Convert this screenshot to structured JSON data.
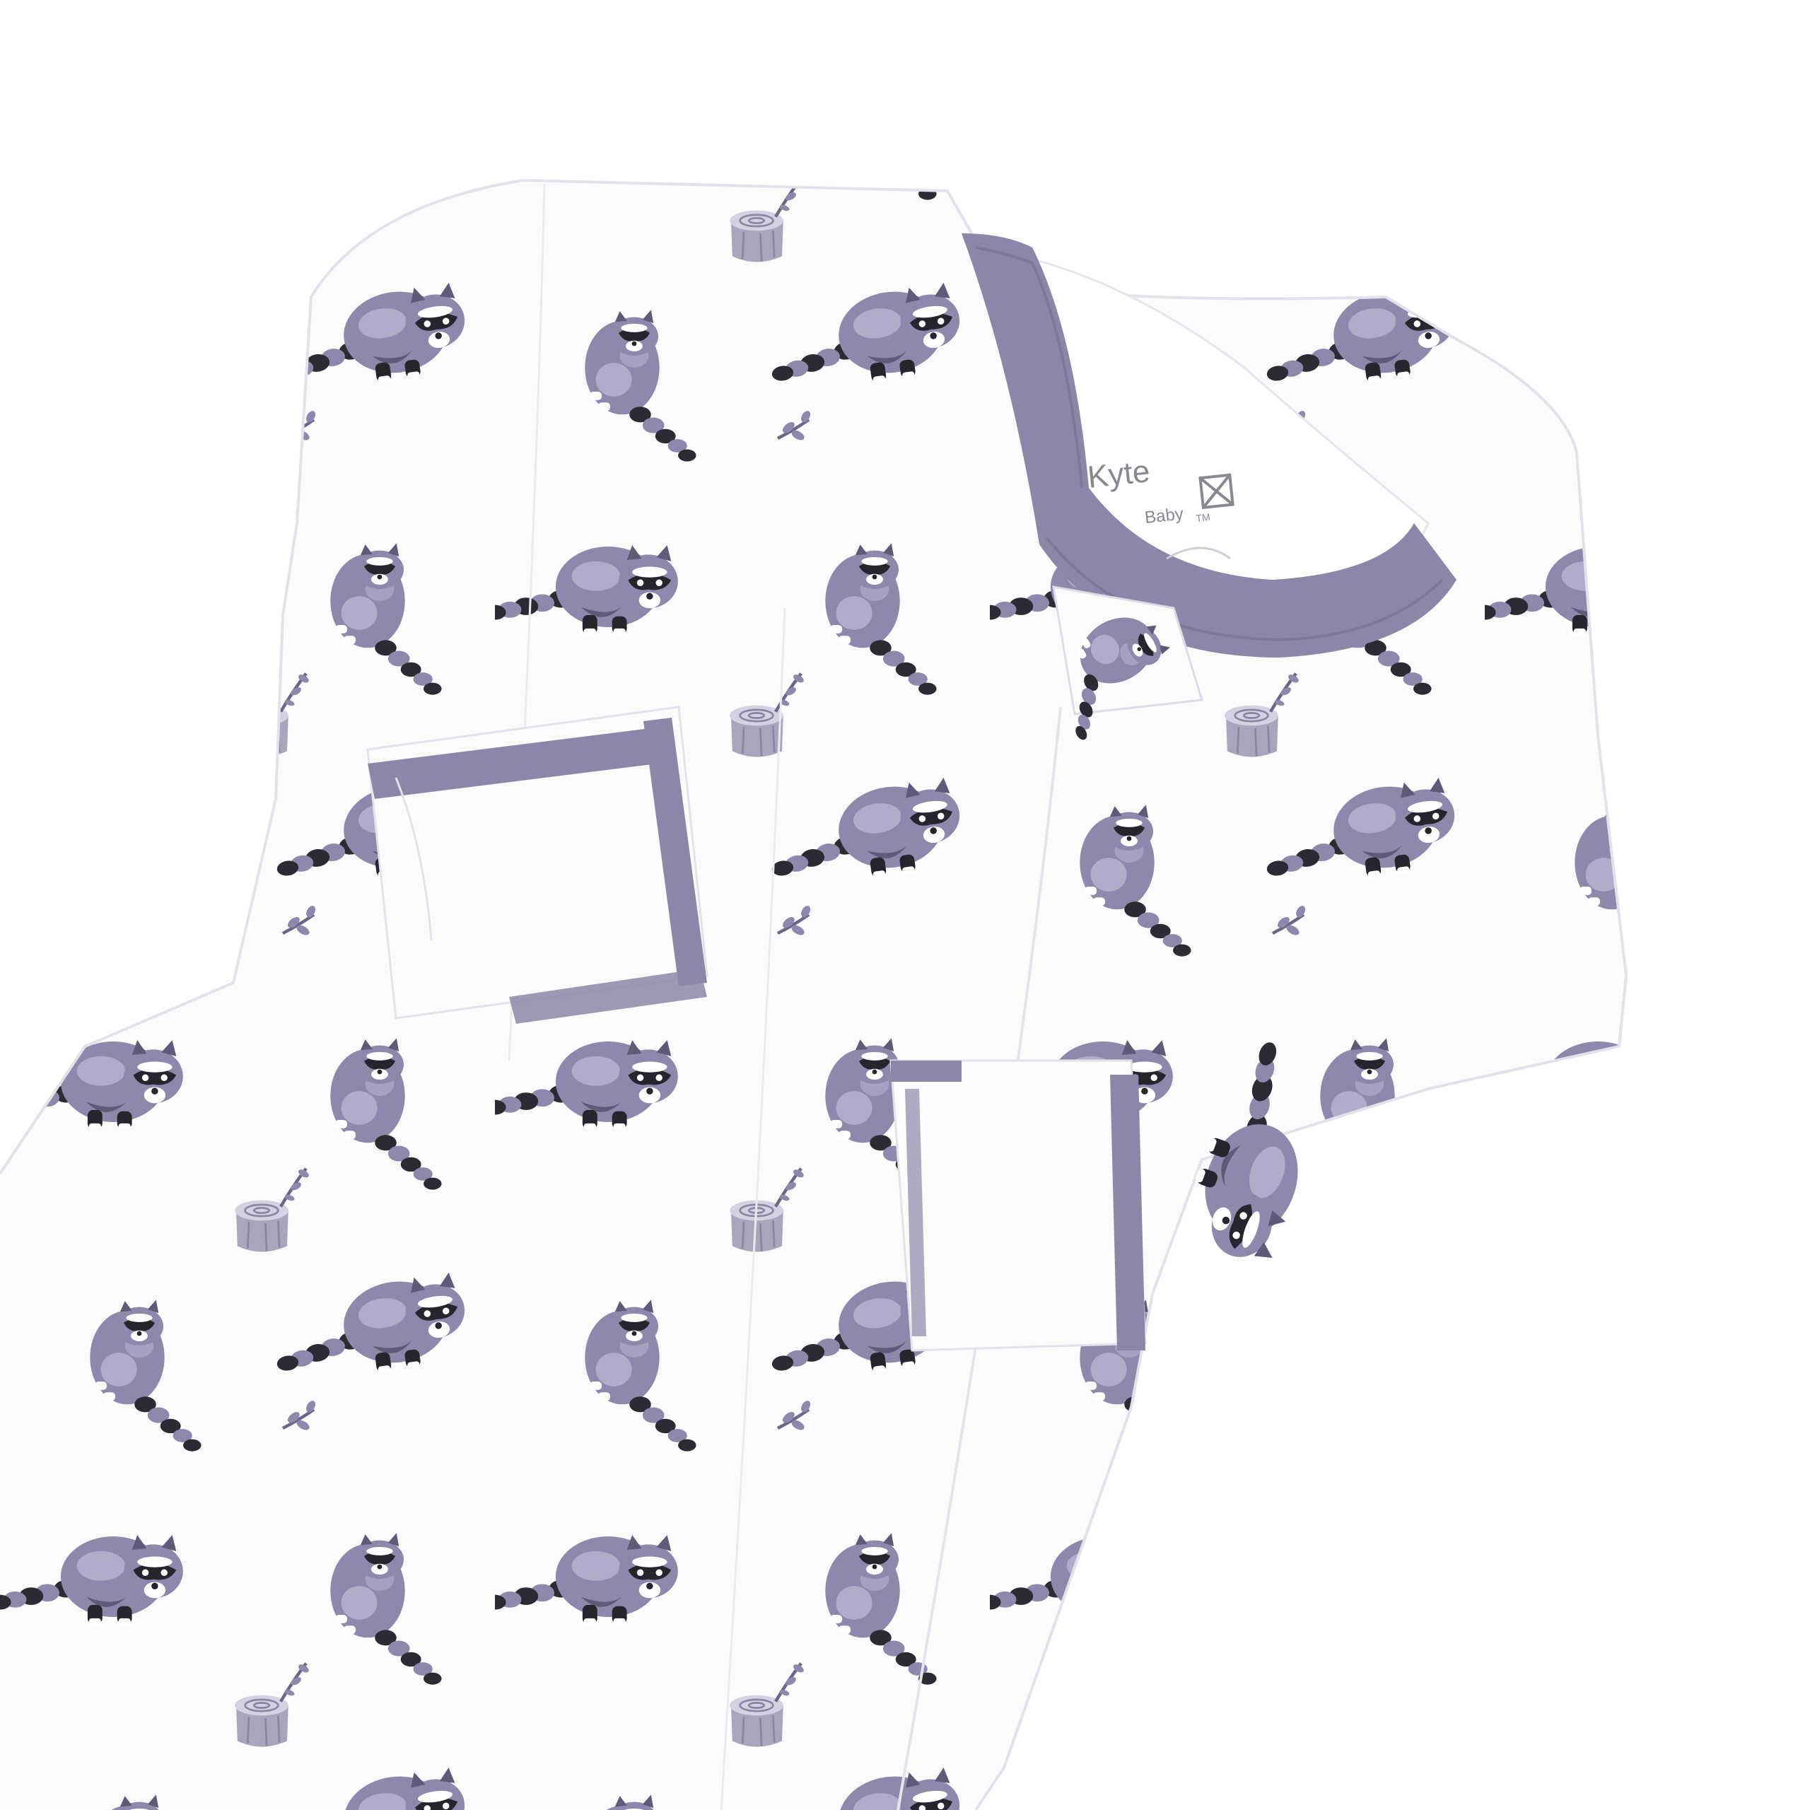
{
  "product": {
    "type": "zippered-footie-sleeper",
    "print": "raccoon",
    "colors": {
      "fabric": "#fbfbfb",
      "trim": "#8c87a8",
      "trim_dark": "#7e7999",
      "raccoon_body": "#8e88ac",
      "raccoon_light": "#b8b3cf",
      "raccoon_dark": "#26242c",
      "stump": "#aaa5bd"
    }
  },
  "label": {
    "brand": "Kyte",
    "sub": "Baby",
    "tm": "TM"
  }
}
